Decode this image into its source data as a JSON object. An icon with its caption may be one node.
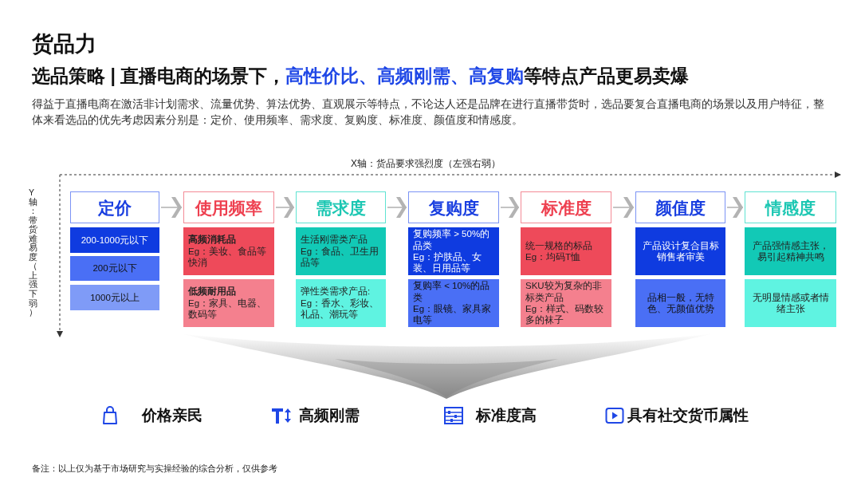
{
  "diagram": {
    "title": "货品力",
    "nodes": [
      {
        "text": [
          "定价"
        ]
      },
      {
        "text": [
          "200-1000元以下"
        ]
      },
      {
        "text": [
          "200元以下"
        ]
      },
      {
        "text": [
          "1000元以上"
        ]
      },
      {
        "text": [
          "使用频率"
        ]
      },
      {
        "text": [
          "高频消耗品",
          "Eg：美妆、食品等快消"
        ]
      },
      {
        "text": [
          "低频耐用品",
          "Eg：家具、电器、数码等"
        ]
      },
      {
        "text": [
          "需求度"
        ]
      },
      {
        "text": [
          "生活刚需类产品",
          "Eg：食品、卫生用品等"
        ]
      },
      {
        "text": [
          "弹性类需求产品:",
          "Eg：香水、彩妆、礼品、潮玩等"
        ]
      },
      {
        "text": [
          "复购度"
        ]
      },
      {
        "text": [
          "复购频率 > 50%的品类",
          "Eg：护肤品、女装、日用品等"
        ]
      },
      {
        "text": [
          "复购率 < 10%的品类",
          "Eg：眼镜、家具家电等"
        ]
      },
      {
        "text": [
          "标准度"
        ]
      },
      {
        "text": [
          "统一规格的标品",
          "Eg：均码T恤"
        ]
      },
      {
        "text": [
          "SKU较为复杂的非标类产品",
          "Eg：样式、码数较多的袜子"
        ]
      },
      {
        "text": [
          "颜值度"
        ]
      },
      {
        "text": [
          "产品设计复合目标销售者审美"
        ]
      },
      {
        "text": [
          "品相一般，无特色、无颜值优势"
        ]
      },
      {
        "text": [
          "情感度"
        ]
      },
      {
        "text": [
          "产品强情感主张，易引起精神共鸣"
        ]
      },
      {
        "text": [
          "无明显情感或者情绪主张"
        ]
      }
    ],
    "edges": [
      {
        "from": 0,
        "to": 4,
        "arrow": "to"
      },
      {
        "from": 4,
        "to": 7,
        "arrow": "to"
      },
      {
        "from": 7,
        "to": 10,
        "arrow": "to"
      },
      {
        "from": 10,
        "to": 13,
        "arrow": "to"
      },
      {
        "from": 13,
        "to": 16,
        "arrow": "to"
      },
      {
        "from": 16,
        "to": 19,
        "arrow": "to"
      }
    ],
    "labels": [
      "选品策略 | 直播电商的场景下，",
      "高性价比、高频刚需、高复购",
      "等特点产品更易卖爆",
      "得益于直播电商在激活非计划需求、流量优势、算法优势、直观展示等特点，不论达人还是品牌在进行直播带货时，选品要复合直播电商的场景以及用户特征，整体来看选品的优先考虑因素分别是：定价、使用频率、需求度、复购度、标准度、颜值度和情感度。",
      "X轴：货品要求强烈度（左强右弱）",
      "Y轴：带货难易度（上强下弱）",
      "价格亲民",
      "高频刚需",
      "标准度高",
      "具有社交货币属性",
      "备注：以上仅为基于市场研究与实操经验的综合分析，仅供参考"
    ]
  }
}
